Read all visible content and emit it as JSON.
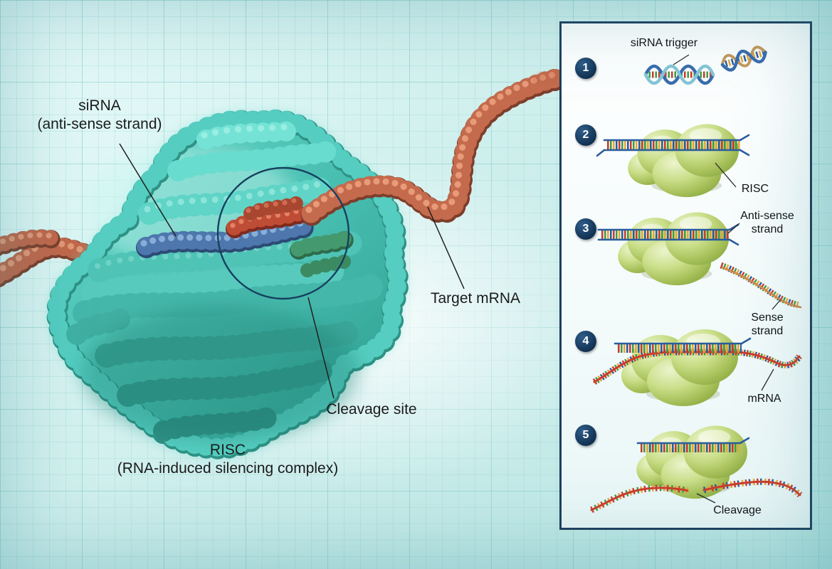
{
  "main_labels": {
    "sirna": [
      "siRNA",
      "(anti-sense strand)"
    ],
    "target_mrna": "Target mRNA",
    "cleavage_site": "Cleavage site",
    "risc": [
      "RISC",
      "(RNA-induced silencing complex)"
    ]
  },
  "panel": {
    "steps": [
      {
        "num": "1",
        "labels": [
          "siRNA trigger"
        ]
      },
      {
        "num": "2",
        "labels": [
          "RISC"
        ]
      },
      {
        "num": "3",
        "labels": [
          "Anti-sense strand",
          "Sense strand"
        ]
      },
      {
        "num": "4",
        "labels": [
          "mRNA"
        ]
      },
      {
        "num": "5",
        "labels": [
          "Cleavage"
        ]
      }
    ]
  },
  "icons": {
    "step_badge": "dark-navy-numbered-circle",
    "dna_helix_icon": "double-helix",
    "risc_blob_icon": "green-protein-complex",
    "duplex_ladder_icon": "base-paired-rna-ladder",
    "mrna_strand_icon": "red-mrna-strand-with-bases",
    "cleavage_circle_icon": "circle-outline-annotation"
  },
  "colors": {
    "background_teal": "#cfeeec",
    "grid_line": "#7dc8c6",
    "risc_protein_teal": "#45c0b2",
    "target_mrna_orange": "#c2674a",
    "sirna_blue": "#4a72a8",
    "cleaved_red": "#b8432f",
    "panel_border_navy": "#1e3e5c",
    "badge_navy": "#123353",
    "risc_cartoon_green": "#b5cc6e",
    "base_red": "#c73b2e",
    "base_blue": "#2a5d9c",
    "base_orange": "#e8a33b",
    "base_green": "#3f9c45",
    "label_text": "#1b1b1b"
  }
}
